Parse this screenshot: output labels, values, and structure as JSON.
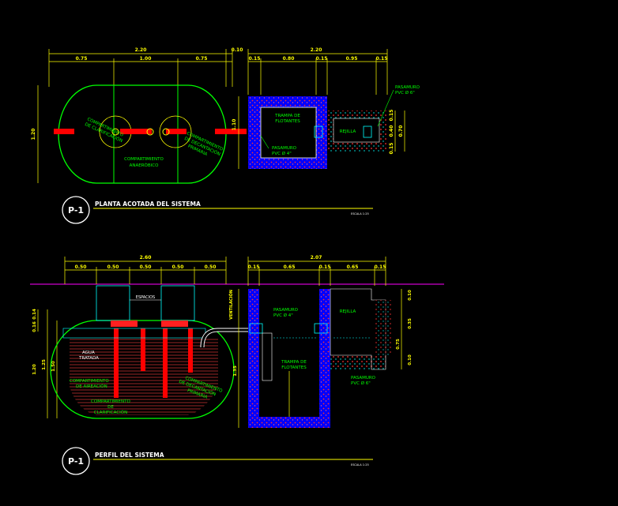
{
  "colors": {
    "background": "#000000",
    "dimension": "#ffff00",
    "tank": "#00ff00",
    "label": "#00ff00",
    "pipe": "#ff0000",
    "concrete": "#0000ff",
    "concrete_fill": "#ff2020",
    "wall": "#ffffff",
    "ground": "#ff00ff",
    "cyan": "#00ffff",
    "title": "#ffffff"
  },
  "view1": {
    "badge": "P-1",
    "title": "PLANTA ACOTADA DEL SISTEMA",
    "scale": "ESCALA 1:25",
    "dims_top_total": "2.20",
    "dims_top_segments": [
      "0.75",
      "1.00",
      "0.75"
    ],
    "dim_small": "0.10",
    "dim_left": "1.20",
    "box_dims_total": "2.20",
    "box_dims_segments": [
      "0.15",
      "0.80",
      "0.15",
      "0.95",
      "0.15"
    ],
    "box_dim_left": "1.10",
    "box_dims_right": [
      "0.15",
      "0.40",
      "0.15"
    ],
    "box_dim_right_total": "0.70",
    "labels": {
      "comp_clarificacion": [
        "COMPARTIMIENTO",
        "DE CLARIFICACIÓN"
      ],
      "comp_anaerobico": [
        "COMPARTIMIENTO",
        "ANAERÓBICO"
      ],
      "comp_decantacion": [
        "COMPARTIMIENTO",
        "DE DECANTACIÓN",
        "PRIMARIA"
      ],
      "trampa": [
        "TRAMPA DE",
        "FLOTANTES"
      ],
      "rejilla": "REJILLA",
      "pasamuro_1": [
        "PASAMURO",
        "PVC Ø 4\""
      ],
      "pasamuro_2": [
        "PASAMURO",
        "PVC Ø 6\""
      ]
    }
  },
  "view2": {
    "badge": "P-1",
    "title": "PERFIL DEL SISTEMA",
    "scale": "ESCALA 1:25",
    "dims_top_total": "2.60",
    "dims_top_segments": [
      "0.50",
      "0.50",
      "0.50",
      "0.50",
      "0.50"
    ],
    "box_dims_total": "2.07",
    "box_dims_segments": [
      "0.15",
      "0.65",
      "0.15",
      "0.65",
      "0.15"
    ],
    "dim_left_1": "0.14",
    "dim_left_2": "0.16",
    "dim_left_3": "1.20",
    "dim_left_4": "1.25",
    "dim_left_5": "1.50",
    "dim_mid": "1.35",
    "dim_right_1": "0.10",
    "dim_right_2": "0.35",
    "dim_right_3": "0.10",
    "dim_right_4": "0.75",
    "labels": {
      "espacios": "ESPACIOS",
      "agua_tratada": [
        "AGUA",
        "TRATADA"
      ],
      "comp_aireacion": [
        "COMPARTIMIENTO",
        "DE AIREACIÓN"
      ],
      "comp_clarificacion": [
        "COMPARTIMIENTO",
        "DE",
        "CLARIFICACIÓN"
      ],
      "comp_decantacion": [
        "COMPARTIMIENTO",
        "DE DECANTACIÓN",
        "PRIMARIA"
      ],
      "pasamuro_1": [
        "PASAMURO",
        "PVC Ø 4\""
      ],
      "pasamuro_2": [
        "PASAMURO",
        "PVC Ø 6\""
      ],
      "trampa": [
        "TRAMPA DE",
        "FLOTANTES"
      ],
      "rejilla": "REJILLA",
      "ventilacion": "VENTILACIÓN"
    }
  }
}
